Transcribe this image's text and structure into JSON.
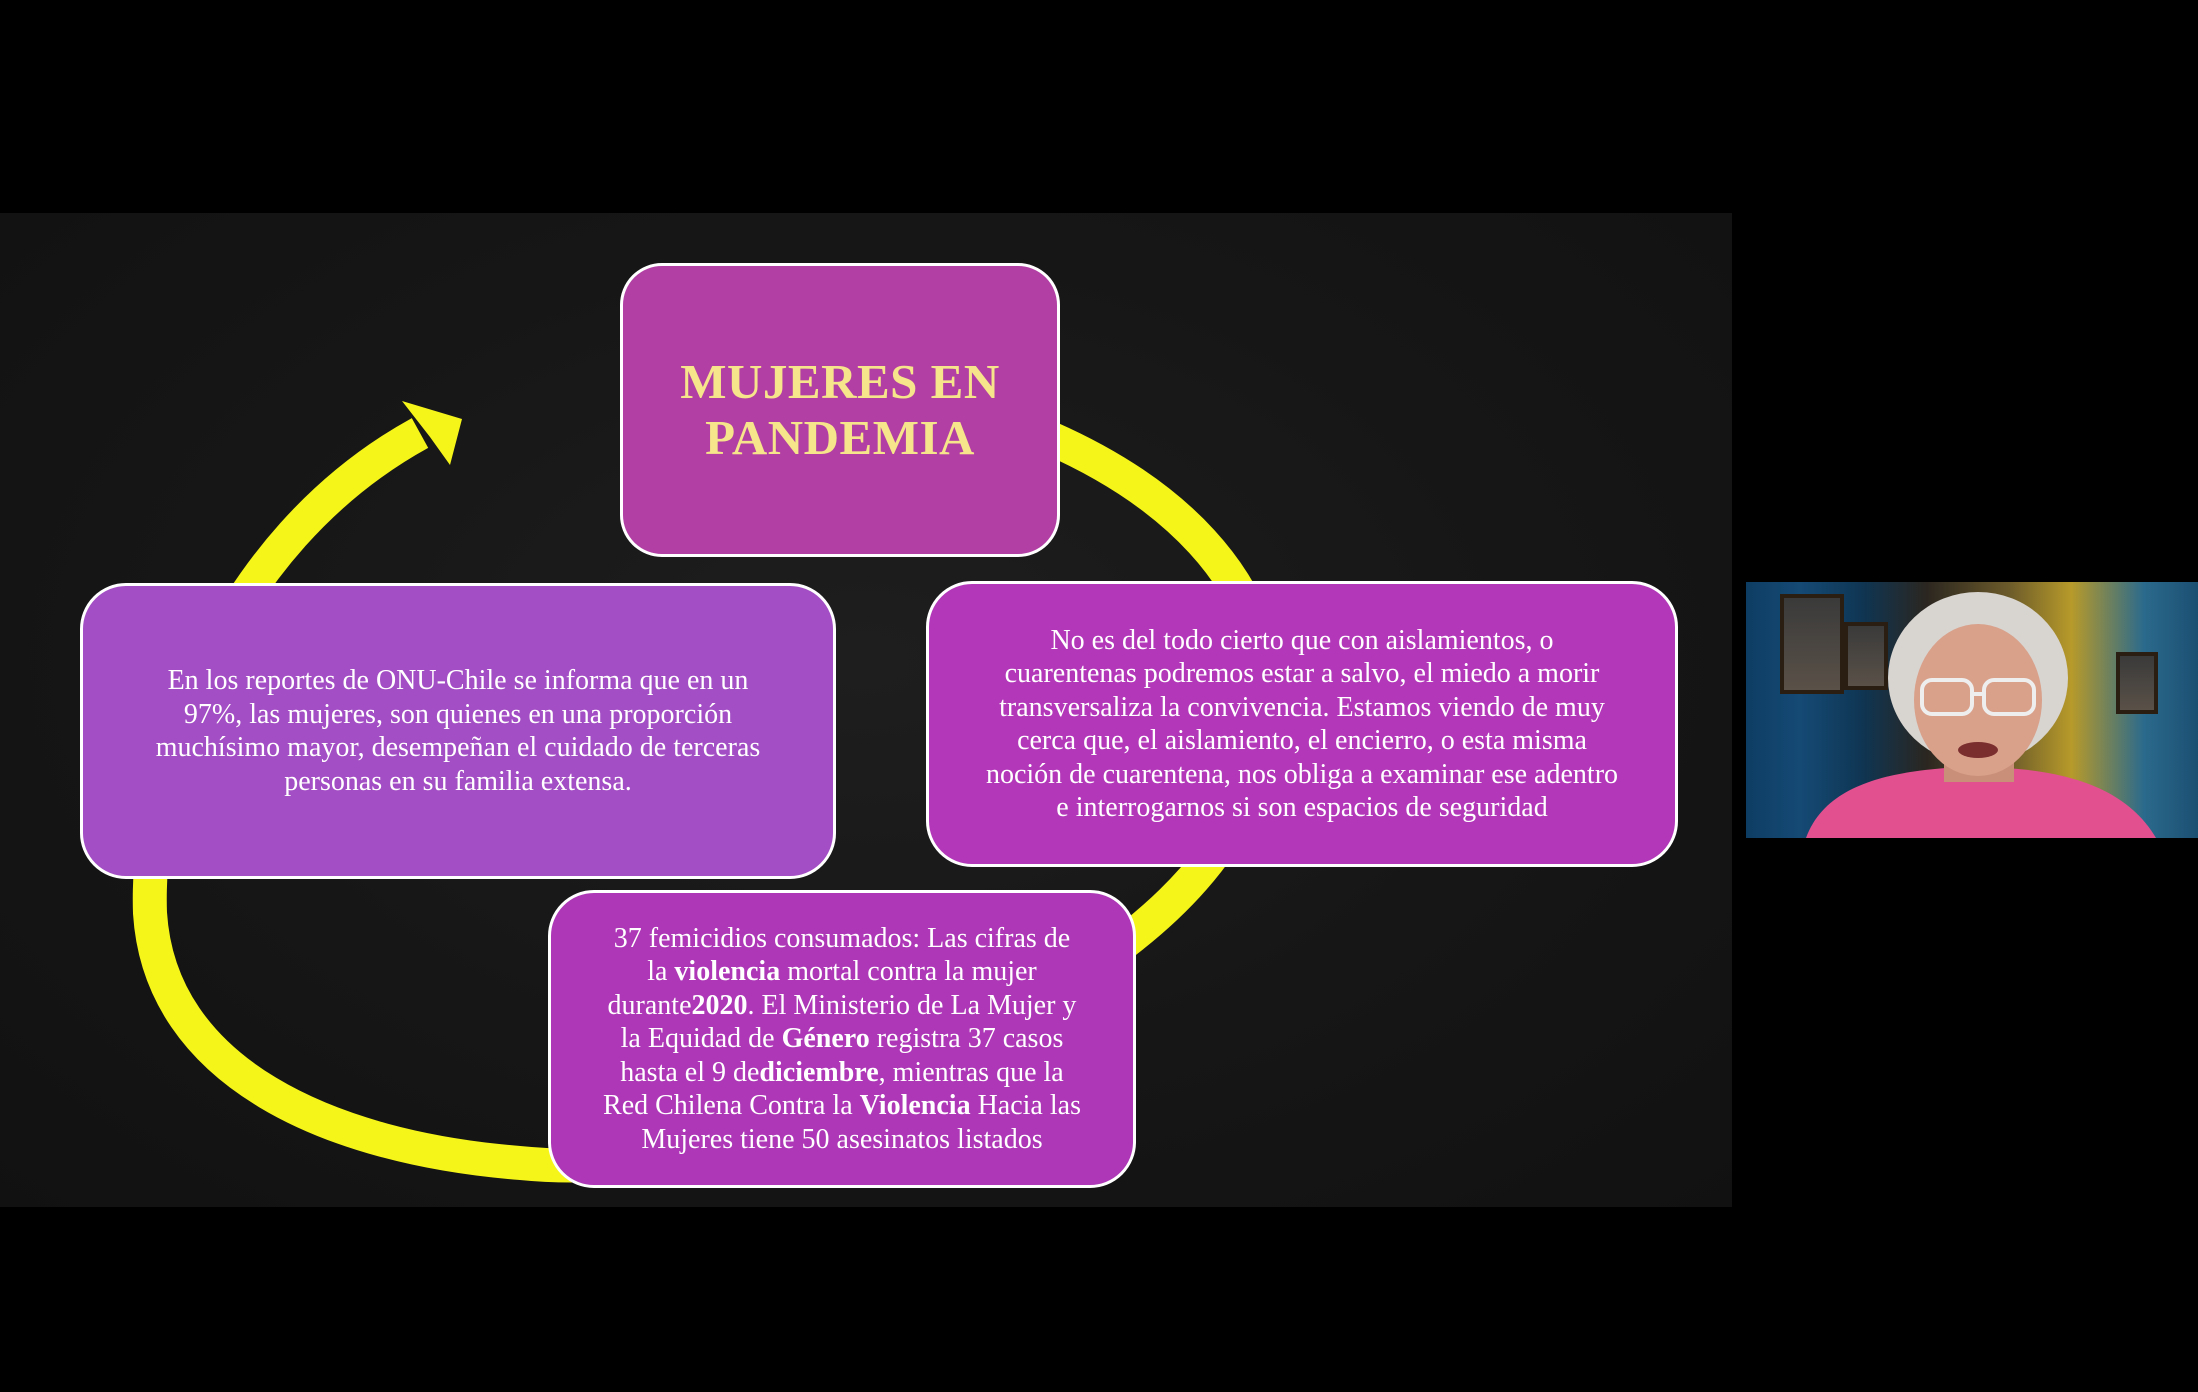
{
  "slide": {
    "title_lines": [
      "MUJERES EN",
      "PANDEMIA"
    ],
    "left_box": {
      "lines": [
        "En los reportes de ONU-Chile se informa que en un",
        "97%, las mujeres, son quienes en una proporción",
        "muchísimo mayor, desempeñan el cuidado de terceras",
        "personas en su familia extensa."
      ]
    },
    "right_box": {
      "lines": [
        "No es del todo cierto que con aislamientos, o",
        "cuarentenas podremos estar a salvo, el miedo a morir",
        "transversaliza la convivencia. Estamos viendo de muy",
        "cerca que, el aislamiento, el encierro, o esta misma",
        "noción de cuarentena, nos obliga a examinar ese adentro",
        "e interrogarnos si  son espacios de seguridad"
      ]
    },
    "bottom_box": {
      "l1": "37 femicidios consumados: Las cifras de",
      "l2_pre": "la ",
      "l2_bold": "violencia",
      "l2_post": " mortal contra la mujer",
      "l3_pre": "durante",
      "l3_bold": "2020",
      "l3_post": ". El Ministerio de La Mujer y",
      "l4_pre": "la Equidad de ",
      "l4_bold": "Género",
      "l4_post": " registra 37 casos",
      "l5_pre": "hasta el 9 de",
      "l5_bold": "diciembre",
      "l5_post": ", mientras que la",
      "l6_pre": "Red Chilena Contra la ",
      "l6_bold": "Violencia",
      "l6_post": " Hacia las",
      "l7": "Mujeres tiene 50 asesinatos listados"
    },
    "colors": {
      "background": "#000000",
      "slide_background": "#161616",
      "cycle_arrow": "#f5f51a",
      "title_box": "#b23fa4",
      "title_text": "#f6e58a",
      "left_box": "#a34ec4",
      "right_box": "#b338b9",
      "bottom_box": "#ad37b6"
    }
  },
  "webcam": {
    "icon": "participant-video-icon"
  }
}
